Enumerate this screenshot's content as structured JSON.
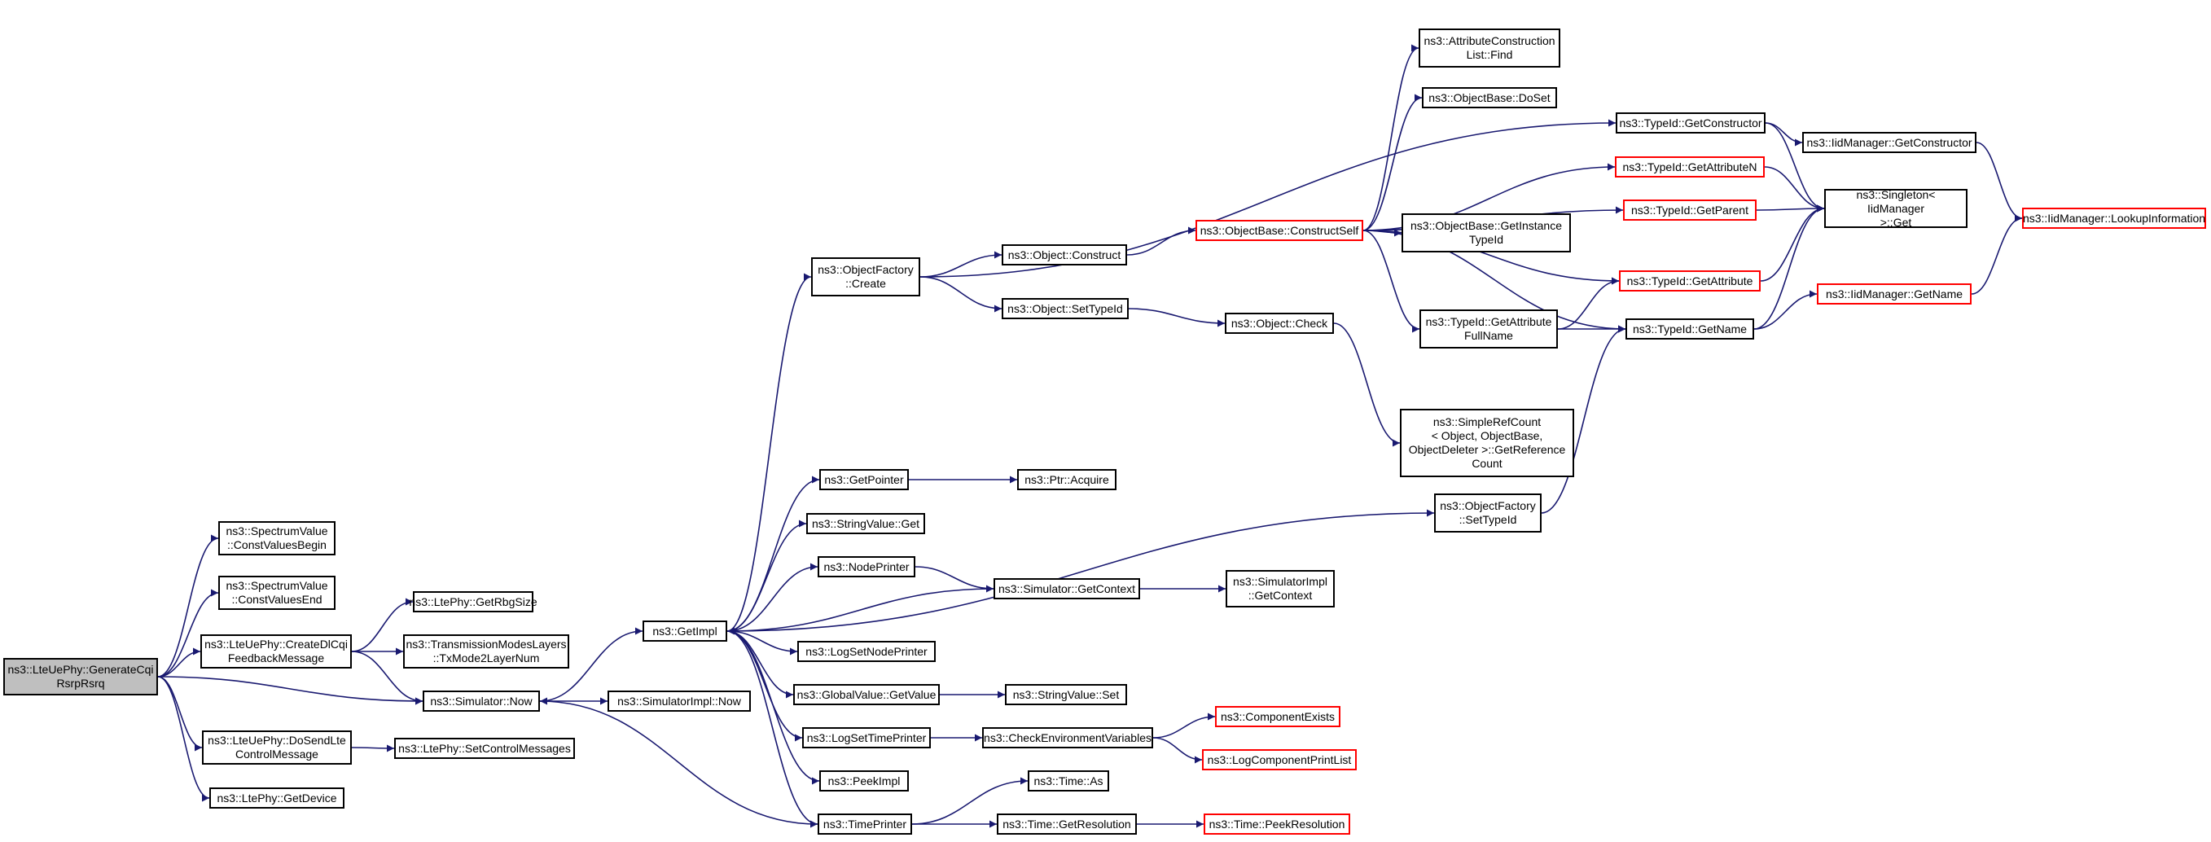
{
  "graph": {
    "colors": {
      "edge": "#191970",
      "node_border": "#000000",
      "truncated_border": "#ff0000",
      "root_fill": "#bfbfbf"
    },
    "nodes": [
      {
        "id": "root",
        "label": "ns3::LteUePhy::GenerateCqi\nRsrpRsrq",
        "style": "root"
      },
      {
        "id": "svbegin",
        "label": "ns3::SpectrumValue\n::ConstValuesBegin"
      },
      {
        "id": "svend",
        "label": "ns3::SpectrumValue\n::ConstValuesEnd"
      },
      {
        "id": "createdl",
        "label": "ns3::LteUePhy::CreateDlCqi\nFeedbackMessage"
      },
      {
        "id": "dosend",
        "label": "ns3::LteUePhy::DoSendLte\nControlMessage"
      },
      {
        "id": "getdevice",
        "label": "ns3::LtePhy::GetDevice"
      },
      {
        "id": "getrbg",
        "label": "ns3::LtePhy::GetRbgSize"
      },
      {
        "id": "txmode",
        "label": "ns3::TransmissionModesLayers\n::TxMode2LayerNum"
      },
      {
        "id": "simnow",
        "label": "ns3::Simulator::Now"
      },
      {
        "id": "setctl",
        "label": "ns3::LtePhy::SetControlMessages"
      },
      {
        "id": "getimpl",
        "label": "ns3::GetImpl"
      },
      {
        "id": "simimplnow",
        "label": "ns3::SimulatorImpl::Now"
      },
      {
        "id": "objfcreate",
        "label": "ns3::ObjectFactory\n::Create"
      },
      {
        "id": "getpointer",
        "label": "ns3::GetPointer"
      },
      {
        "id": "strget",
        "label": "ns3::StringValue::Get"
      },
      {
        "id": "nodeprinter",
        "label": "ns3::NodePrinter"
      },
      {
        "id": "logsetnode",
        "label": "ns3::LogSetNodePrinter"
      },
      {
        "id": "gvget",
        "label": "ns3::GlobalValue::GetValue"
      },
      {
        "id": "logsettime",
        "label": "ns3::LogSetTimePrinter"
      },
      {
        "id": "peekimpl",
        "label": "ns3::PeekImpl"
      },
      {
        "id": "timeprinter",
        "label": "ns3::TimePrinter"
      },
      {
        "id": "objconstruct",
        "label": "ns3::Object::Construct"
      },
      {
        "id": "objsettypeid",
        "label": "ns3::Object::SetTypeId"
      },
      {
        "id": "ptracquire",
        "label": "ns3::Ptr::Acquire"
      },
      {
        "id": "simgetctx",
        "label": "ns3::Simulator::GetContext"
      },
      {
        "id": "strset",
        "label": "ns3::StringValue::Set"
      },
      {
        "id": "checkenv",
        "label": "ns3::CheckEnvironmentVariables"
      },
      {
        "id": "timeas",
        "label": "ns3::Time::As"
      },
      {
        "id": "timeres",
        "label": "ns3::Time::GetResolution"
      },
      {
        "id": "cself",
        "label": "ns3::ObjectBase::ConstructSelf",
        "style": "truncated"
      },
      {
        "id": "objcheck",
        "label": "ns3::Object::Check"
      },
      {
        "id": "simimplctx",
        "label": "ns3::SimulatorImpl\n::GetContext"
      },
      {
        "id": "compexists",
        "label": "ns3::ComponentExists",
        "style": "truncated"
      },
      {
        "id": "logcomplist",
        "label": "ns3::LogComponentPrintList",
        "style": "truncated"
      },
      {
        "id": "peekres",
        "label": "ns3::Time::PeekResolution",
        "style": "truncated"
      },
      {
        "id": "acfind",
        "label": "ns3::AttributeConstruction\nList::Find"
      },
      {
        "id": "obdoset",
        "label": "ns3::ObjectBase::DoSet"
      },
      {
        "id": "obginst",
        "label": "ns3::ObjectBase::GetInstance\nTypeId"
      },
      {
        "id": "tgafn",
        "label": "ns3::TypeId::GetAttribute\nFullName"
      },
      {
        "id": "srcget",
        "label": "ns3::SimpleRefCount\n< Object, ObjectBase,\nObjectDeleter >::GetReference\nCount"
      },
      {
        "id": "ofsettypeid",
        "label": "ns3::ObjectFactory\n::SetTypeId"
      },
      {
        "id": "tgconstructor",
        "label": "ns3::TypeId::GetConstructor"
      },
      {
        "id": "tgattrn",
        "label": "ns3::TypeId::GetAttributeN",
        "style": "truncated"
      },
      {
        "id": "tgparent",
        "label": "ns3::TypeId::GetParent",
        "style": "truncated"
      },
      {
        "id": "tgattr",
        "label": "ns3::TypeId::GetAttribute",
        "style": "truncated"
      },
      {
        "id": "tgname",
        "label": "ns3::TypeId::GetName"
      },
      {
        "id": "iidgetconstructor",
        "label": "ns3::IidManager::GetConstructor"
      },
      {
        "id": "singleton",
        "label": "ns3::Singleton< IidManager\n>::Get"
      },
      {
        "id": "iidgetname",
        "label": "ns3::IidManager::GetName",
        "style": "truncated"
      },
      {
        "id": "lookup",
        "label": "ns3::IidManager::LookupInformation",
        "style": "truncated"
      }
    ],
    "edges": [
      [
        "root",
        "svbegin"
      ],
      [
        "root",
        "svend"
      ],
      [
        "root",
        "createdl"
      ],
      [
        "root",
        "simnow"
      ],
      [
        "root",
        "dosend"
      ],
      [
        "root",
        "getdevice"
      ],
      [
        "createdl",
        "getrbg"
      ],
      [
        "createdl",
        "txmode"
      ],
      [
        "createdl",
        "simnow"
      ],
      [
        "dosend",
        "setctl"
      ],
      [
        "simnow",
        "getimpl"
      ],
      [
        "simnow",
        "simimplnow"
      ],
      [
        "getimpl",
        "objfcreate"
      ],
      [
        "getimpl",
        "getpointer"
      ],
      [
        "getimpl",
        "strget"
      ],
      [
        "getimpl",
        "nodeprinter"
      ],
      [
        "getimpl",
        "logsetnode"
      ],
      [
        "getimpl",
        "gvget"
      ],
      [
        "getimpl",
        "logsettime"
      ],
      [
        "getimpl",
        "peekimpl"
      ],
      [
        "getimpl",
        "timeprinter"
      ],
      [
        "getimpl",
        "ofsettypeid"
      ],
      [
        "objfcreate",
        "objconstruct"
      ],
      [
        "objfcreate",
        "objsettypeid"
      ],
      [
        "objfcreate",
        "tgconstructor"
      ],
      [
        "getpointer",
        "ptracquire"
      ],
      [
        "nodeprinter",
        "simgetctx"
      ],
      [
        "simgetctx",
        "getimpl"
      ],
      [
        "simgetctx",
        "simimplctx"
      ],
      [
        "gvget",
        "strset"
      ],
      [
        "logsettime",
        "checkenv"
      ],
      [
        "checkenv",
        "compexists"
      ],
      [
        "checkenv",
        "logcomplist"
      ],
      [
        "timeprinter",
        "simnow"
      ],
      [
        "timeprinter",
        "timeas"
      ],
      [
        "timeprinter",
        "timeres"
      ],
      [
        "timeres",
        "peekres"
      ],
      [
        "objconstruct",
        "cself"
      ],
      [
        "objsettypeid",
        "objcheck"
      ],
      [
        "objcheck",
        "srcget"
      ],
      [
        "cself",
        "acfind"
      ],
      [
        "cself",
        "obdoset"
      ],
      [
        "cself",
        "obginst"
      ],
      [
        "cself",
        "tgafn"
      ],
      [
        "cself",
        "tgattrn"
      ],
      [
        "cself",
        "tgparent"
      ],
      [
        "cself",
        "tgattr"
      ],
      [
        "cself",
        "tgname"
      ],
      [
        "tgafn",
        "tgattr"
      ],
      [
        "tgafn",
        "tgname"
      ],
      [
        "ofsettypeid",
        "tgname"
      ],
      [
        "tgconstructor",
        "iidgetconstructor"
      ],
      [
        "tgconstructor",
        "singleton"
      ],
      [
        "tgattrn",
        "singleton"
      ],
      [
        "tgparent",
        "singleton"
      ],
      [
        "tgattr",
        "singleton"
      ],
      [
        "tgname",
        "singleton"
      ],
      [
        "tgname",
        "iidgetname"
      ],
      [
        "iidgetconstructor",
        "lookup"
      ],
      [
        "iidgetname",
        "lookup"
      ]
    ]
  }
}
